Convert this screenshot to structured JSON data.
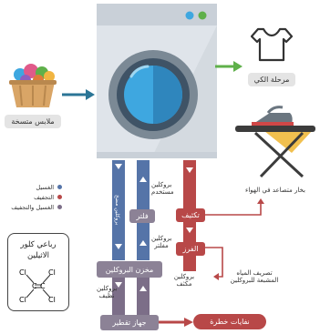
{
  "colors": {
    "wash": "#5574a8",
    "dry": "#b84848",
    "both": "#7c6e88",
    "unit": "#8c8296",
    "machine": "#dfe4ea",
    "drum": "#3ea7e0",
    "green_arrow": "#5fb04a",
    "teal_arrow": "#2b7596"
  },
  "labels": {
    "clothes": "ملابس متسخة",
    "ironing": "مرحلة الكي",
    "perc_title": "رباعي كلور الاثيلين",
    "cl": "Cl",
    "c": "C",
    "vapor": "بخار متصاعد في الهواء",
    "distill_note": "تصريف المياه المشبعة للبروكلين",
    "used_perc": "بروكلين مستخدم",
    "filtered_perc": "بروكلين مفلتر",
    "condensed_perc": "بروكلين مكثف",
    "clean_perc": "بروكلين نظيف",
    "pumped_perc": "بروكلين مضخ"
  },
  "legend": [
    {
      "key": "wash",
      "label": "الغسيل"
    },
    {
      "key": "dry",
      "label": "التجفيف"
    },
    {
      "key": "both",
      "label": "الغسيل والتجفيف"
    }
  ],
  "units": {
    "filter": "فلتر",
    "condenser": "تكثيف",
    "separator": "الفرز",
    "storage": "مخزن البروكلين",
    "distiller": "جهاز تقطير",
    "waste": "نفايات خطرة"
  }
}
